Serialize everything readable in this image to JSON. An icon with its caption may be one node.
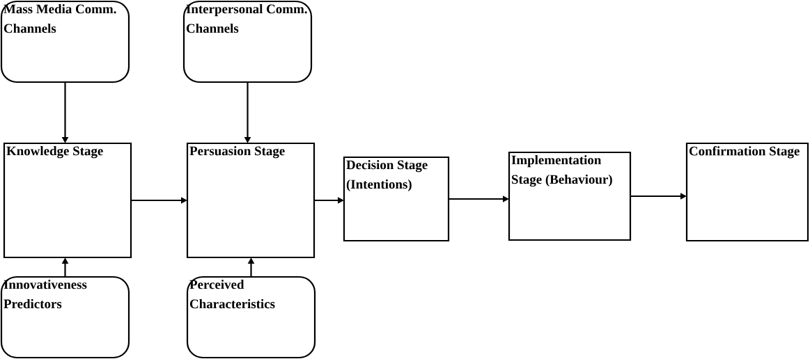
{
  "diagram": {
    "nodes": [
      {
        "text": [
          "Mass Media Comm. Channels"
        ]
      },
      {
        "text": [
          "Interpersonal Comm. Channels"
        ]
      },
      {
        "text": [
          "Knowledge Stage"
        ]
      },
      {
        "text": [
          "Persuasion Stage"
        ]
      },
      {
        "text": [
          "Decision Stage (Intentions)"
        ]
      },
      {
        "text": [
          "Implementation Stage (Behaviour)"
        ]
      },
      {
        "text": [
          "Confirmation Stage"
        ]
      },
      {
        "text": [
          "Innovativeness Predictors"
        ]
      },
      {
        "text": [
          "Perceived Characteristics"
        ]
      }
    ],
    "edges": [
      {
        "from": 0,
        "to": 2,
        "arrow": "to"
      },
      {
        "from": 1,
        "to": 3,
        "arrow": "to"
      },
      {
        "from": 7,
        "to": 2,
        "arrow": "to"
      },
      {
        "from": 8,
        "to": 3,
        "arrow": "to"
      },
      {
        "from": 2,
        "to": 3,
        "arrow": "to"
      },
      {
        "from": 3,
        "to": 4,
        "arrow": "to"
      },
      {
        "from": 4,
        "to": 5,
        "arrow": "to"
      },
      {
        "from": 5,
        "to": 6,
        "arrow": "to"
      }
    ]
  }
}
